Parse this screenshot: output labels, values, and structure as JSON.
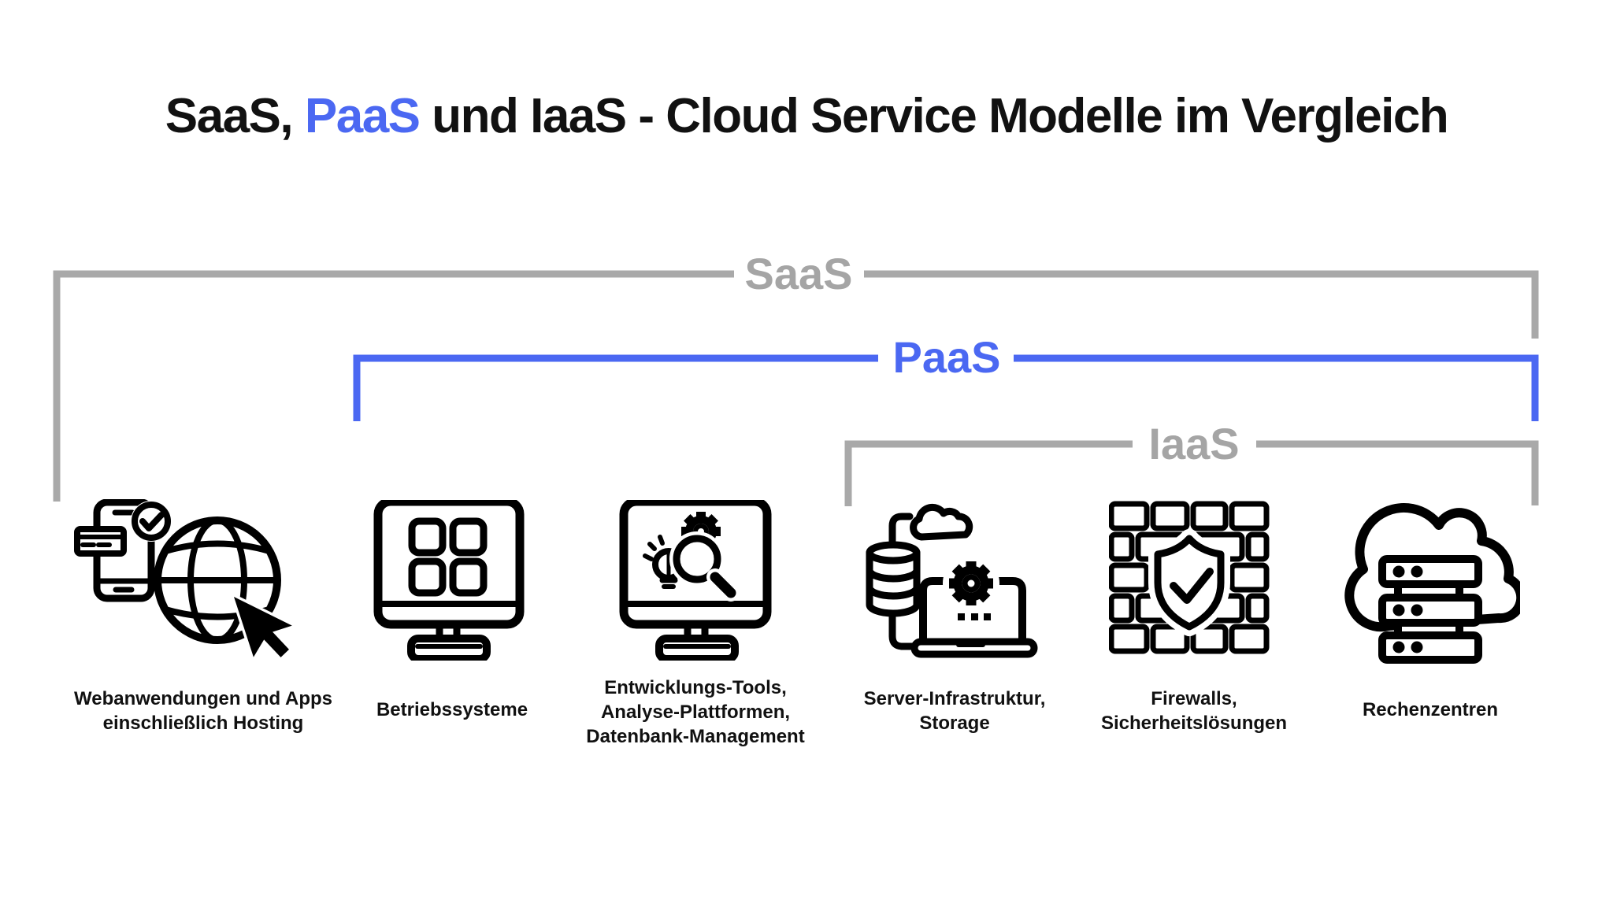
{
  "title": {
    "part1": "SaaS, ",
    "part2": "PaaS",
    "part3": " und IaaS - Cloud Service Modelle im Vergleich"
  },
  "brackets": [
    {
      "id": "saas",
      "label": "SaaS",
      "color": "#a9a9a9"
    },
    {
      "id": "paas",
      "label": "PaaS",
      "color": "#4b68f2"
    },
    {
      "id": "iaas",
      "label": "IaaS",
      "color": "#a9a9a9"
    }
  ],
  "items": [
    {
      "icon": "web-apps-globe-cursor-icon",
      "label": "Webanwendungen und Apps\neinschließlich Hosting"
    },
    {
      "icon": "monitor-app-grid-icon",
      "label": "Betriebssysteme"
    },
    {
      "icon": "monitor-dev-tools-icon",
      "label": "Entwicklungs-Tools,\nAnalyse-Plattformen,\nDatenbank-Management"
    },
    {
      "icon": "server-cloud-laptop-icon",
      "label": "Server-Infrastruktur,\nStorage"
    },
    {
      "icon": "firewall-shield-icon",
      "label": "Firewalls,\nSicherheitslösungen"
    },
    {
      "icon": "cloud-servers-icon",
      "label": "Rechenzentren"
    }
  ],
  "colors": {
    "accent_blue": "#4b68f2",
    "bracket_gray": "#a9a9a9",
    "text_black": "#111111"
  }
}
